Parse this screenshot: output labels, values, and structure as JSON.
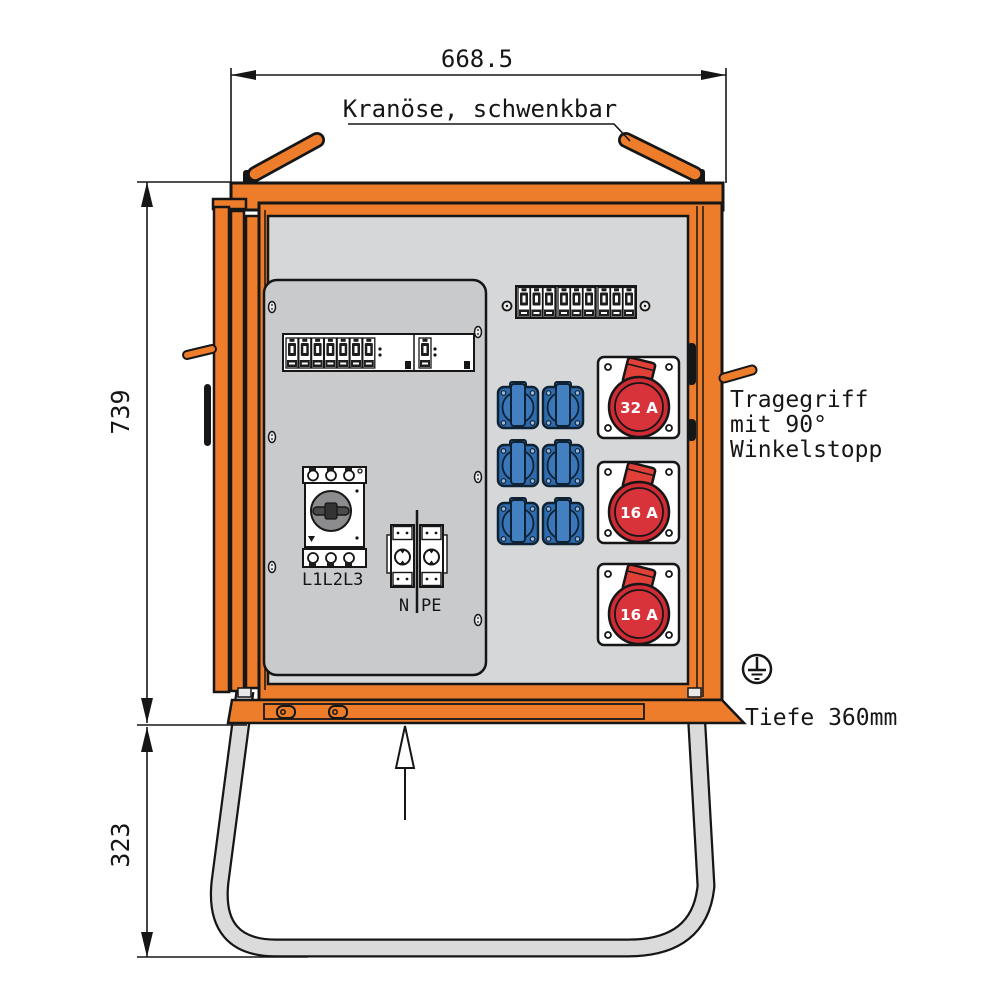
{
  "diagram": {
    "type": "technical-drawing",
    "subject": "power distribution cabinet front view with stand frame",
    "dimensions": {
      "width": "668.5",
      "height": "739",
      "stand_height": "323",
      "depth_note": "Tiefe 360mm"
    },
    "callouts": {
      "crane_eye": "Kranöse, schwenkbar",
      "carry_handle": [
        "Tragegriff",
        "mit  90°",
        "Winkelstopp"
      ]
    },
    "device_labels": {
      "main_switch": "L1L2L3",
      "neutral_terminal": "N",
      "pe_terminal": "PE"
    },
    "cee_sockets": [
      {
        "rating": "32 A"
      },
      {
        "rating": "16 A"
      },
      {
        "rating": "16 A"
      }
    ],
    "colors": {
      "cabinet_orange": "#EE7D2B",
      "socket_blue": "#2E6CB0",
      "socket_blue_dark": "#0E2233",
      "cee_red": "#D62F35",
      "mounting_panel_gray": "#C8CACC",
      "interior_gray": "#D5D7D9",
      "leg_gray": "#DBDBDB",
      "line_black": "#161616"
    }
  }
}
